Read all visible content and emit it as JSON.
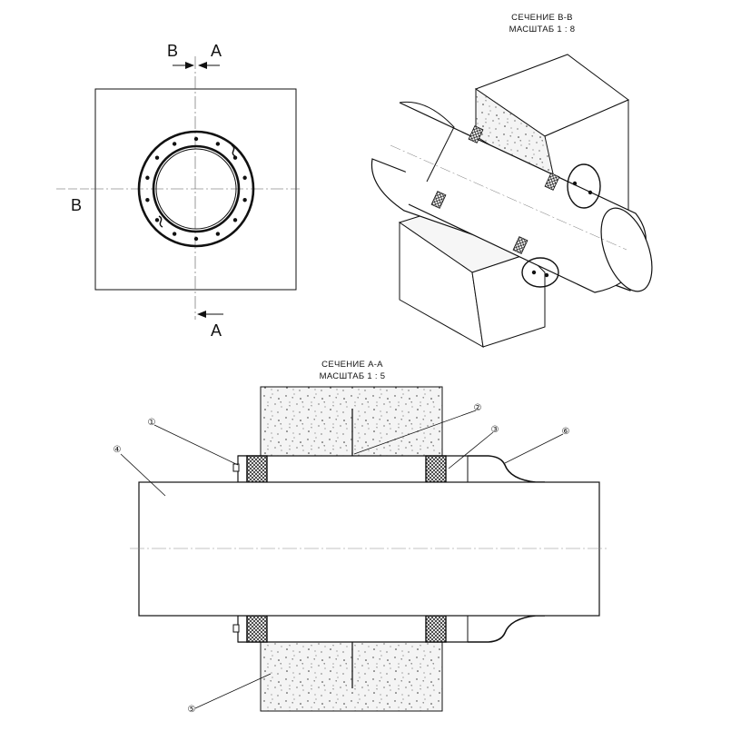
{
  "top_view": {
    "section_letter_b_top": "B",
    "section_letter_a_top": "A",
    "section_letter_b_left": "B",
    "section_letter_a_bottom": "A"
  },
  "iso_view": {
    "caption_line1": "СЕЧЕНИЕ B-B",
    "caption_line2": "МАСШТАБ 1 : 8"
  },
  "section_view": {
    "caption_line1": "СЕЧЕНИЕ А-А",
    "caption_line2": "МАСШТАБ 1 : 5",
    "callouts": [
      {
        "id": "1",
        "symbol": "①"
      },
      {
        "id": "2",
        "symbol": "②"
      },
      {
        "id": "3",
        "symbol": "③"
      },
      {
        "id": "4",
        "symbol": "④"
      },
      {
        "id": "5",
        "symbol": "⑤"
      },
      {
        "id": "6",
        "symbol": "⑥"
      }
    ]
  },
  "colors": {
    "line": "#111111",
    "concrete": "#f2f2f2",
    "speckle": "#333333"
  }
}
